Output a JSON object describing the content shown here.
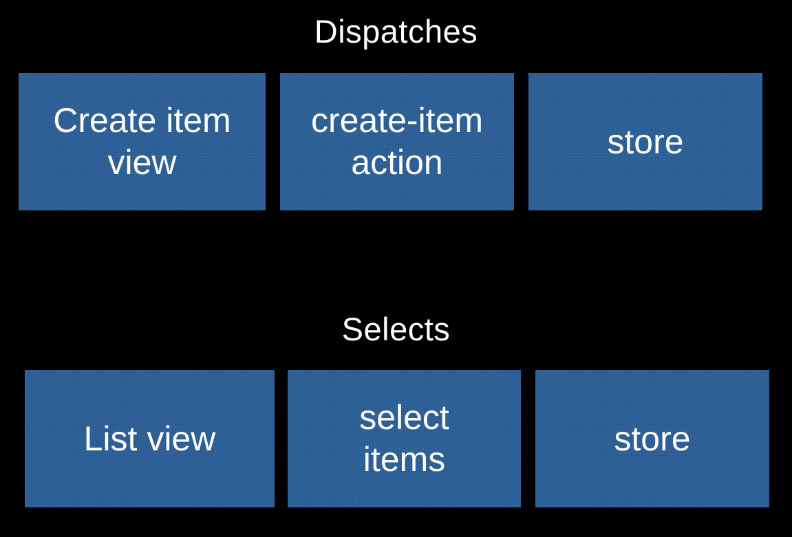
{
  "dispatches": {
    "heading": "Dispatches",
    "boxes": [
      {
        "label": "Create item\nview"
      },
      {
        "label": "create-item\naction"
      },
      {
        "label": "store"
      }
    ]
  },
  "selects": {
    "heading": "Selects",
    "boxes": [
      {
        "label": "List view"
      },
      {
        "label": "select\nitems"
      },
      {
        "label": "store"
      }
    ]
  },
  "colors": {
    "background": "#000000",
    "box_fill": "#2c5f96",
    "text": "#ffffff"
  }
}
